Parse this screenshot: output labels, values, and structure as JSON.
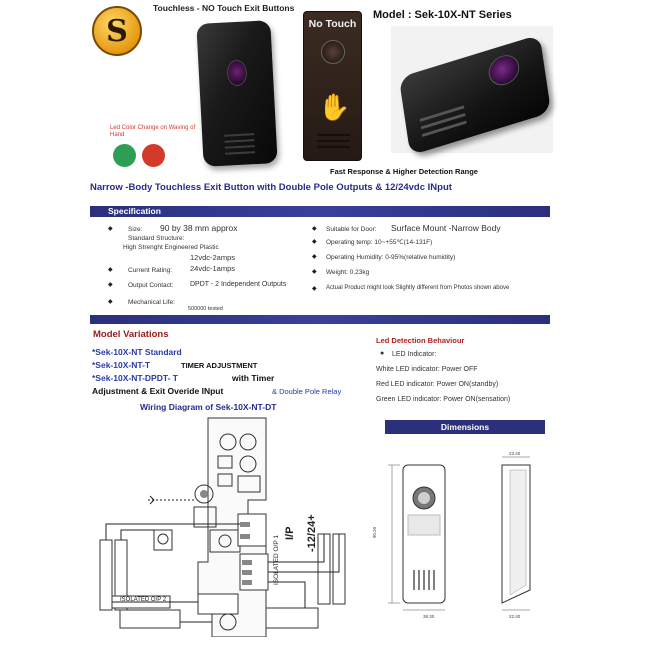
{
  "header": {
    "logo_letter": "S",
    "top_caption": "Touchless -  NO Touch Exit Buttons",
    "model_series": "Model : Sek-10X-NT Series",
    "no_touch_label": "No Touch",
    "led_caption": "Led Color Change on Waving of Hand",
    "fast_caption": "Fast Response & Higher Detection Range",
    "headline": "Narrow -Body Touchless Exit Button with Double Pole Outputs & 12/24vdc INput"
  },
  "specification": {
    "bar_label": "Specification",
    "left": [
      {
        "label": "Size:",
        "value": "90 by 38 mm approx"
      },
      {
        "label": "Standard Structure:",
        "value": "High Strenght Engineered Plastic"
      },
      {
        "label": "",
        "value": "12vdc-2amps"
      },
      {
        "label": "Current Rating:",
        "value": "24vdc-1amps"
      },
      {
        "label": "Output Contact:",
        "value": "DPDT - 2 Independent Outputs"
      },
      {
        "label": "Mechanical Life:",
        "value": "500000 tested"
      }
    ],
    "right": [
      {
        "label": "Suitable for Door:",
        "value": "Surface Mount -Narrow Body"
      },
      {
        "label": "Operating temp: 10~+55℃(14-131F)",
        "value": ""
      },
      {
        "label": "Operating Humidity: 0-95%(relative humidity)",
        "value": ""
      },
      {
        "label": "Weight:  0.23kg",
        "value": ""
      },
      {
        "label": "Actual Product might look Slightly different from Photos shown above",
        "value": ""
      }
    ]
  },
  "model_variations": {
    "title": "Model Variations",
    "items": [
      "*Sek-10X-NT Standard",
      "*Sek-10X-NT-T",
      "TIMER  ADJUSTMENT",
      "*Sek-10X-NT-DPDT-  T",
      "with Timer",
      "Adjustment & Exit Overide INput",
      "& Double Pole Relay"
    ],
    "wiring_title": "Wiring Diagram of Sek-10X-NT-DT"
  },
  "led_behaviour": {
    "title": "Led Detection Behaviour",
    "indicator": "LED Indicator:",
    "lines": [
      "White LED indicator: Power OFF",
      "Red LED indicator: Power ON(standby)",
      "Green LED indicator: Power ON(sensation)"
    ]
  },
  "dimensions": {
    "bar_label": "Dimensions",
    "width_front": "38.30",
    "height": "90.20",
    "depth_top": "23.40",
    "depth_bottom": "22.40"
  },
  "wiring": {
    "isolated_op2": "ISOLATED O/P 2",
    "isolated_op1": "ISOLATED O/P 1",
    "ip_label": "I/P",
    "voltage_label": "-12/24+"
  }
}
